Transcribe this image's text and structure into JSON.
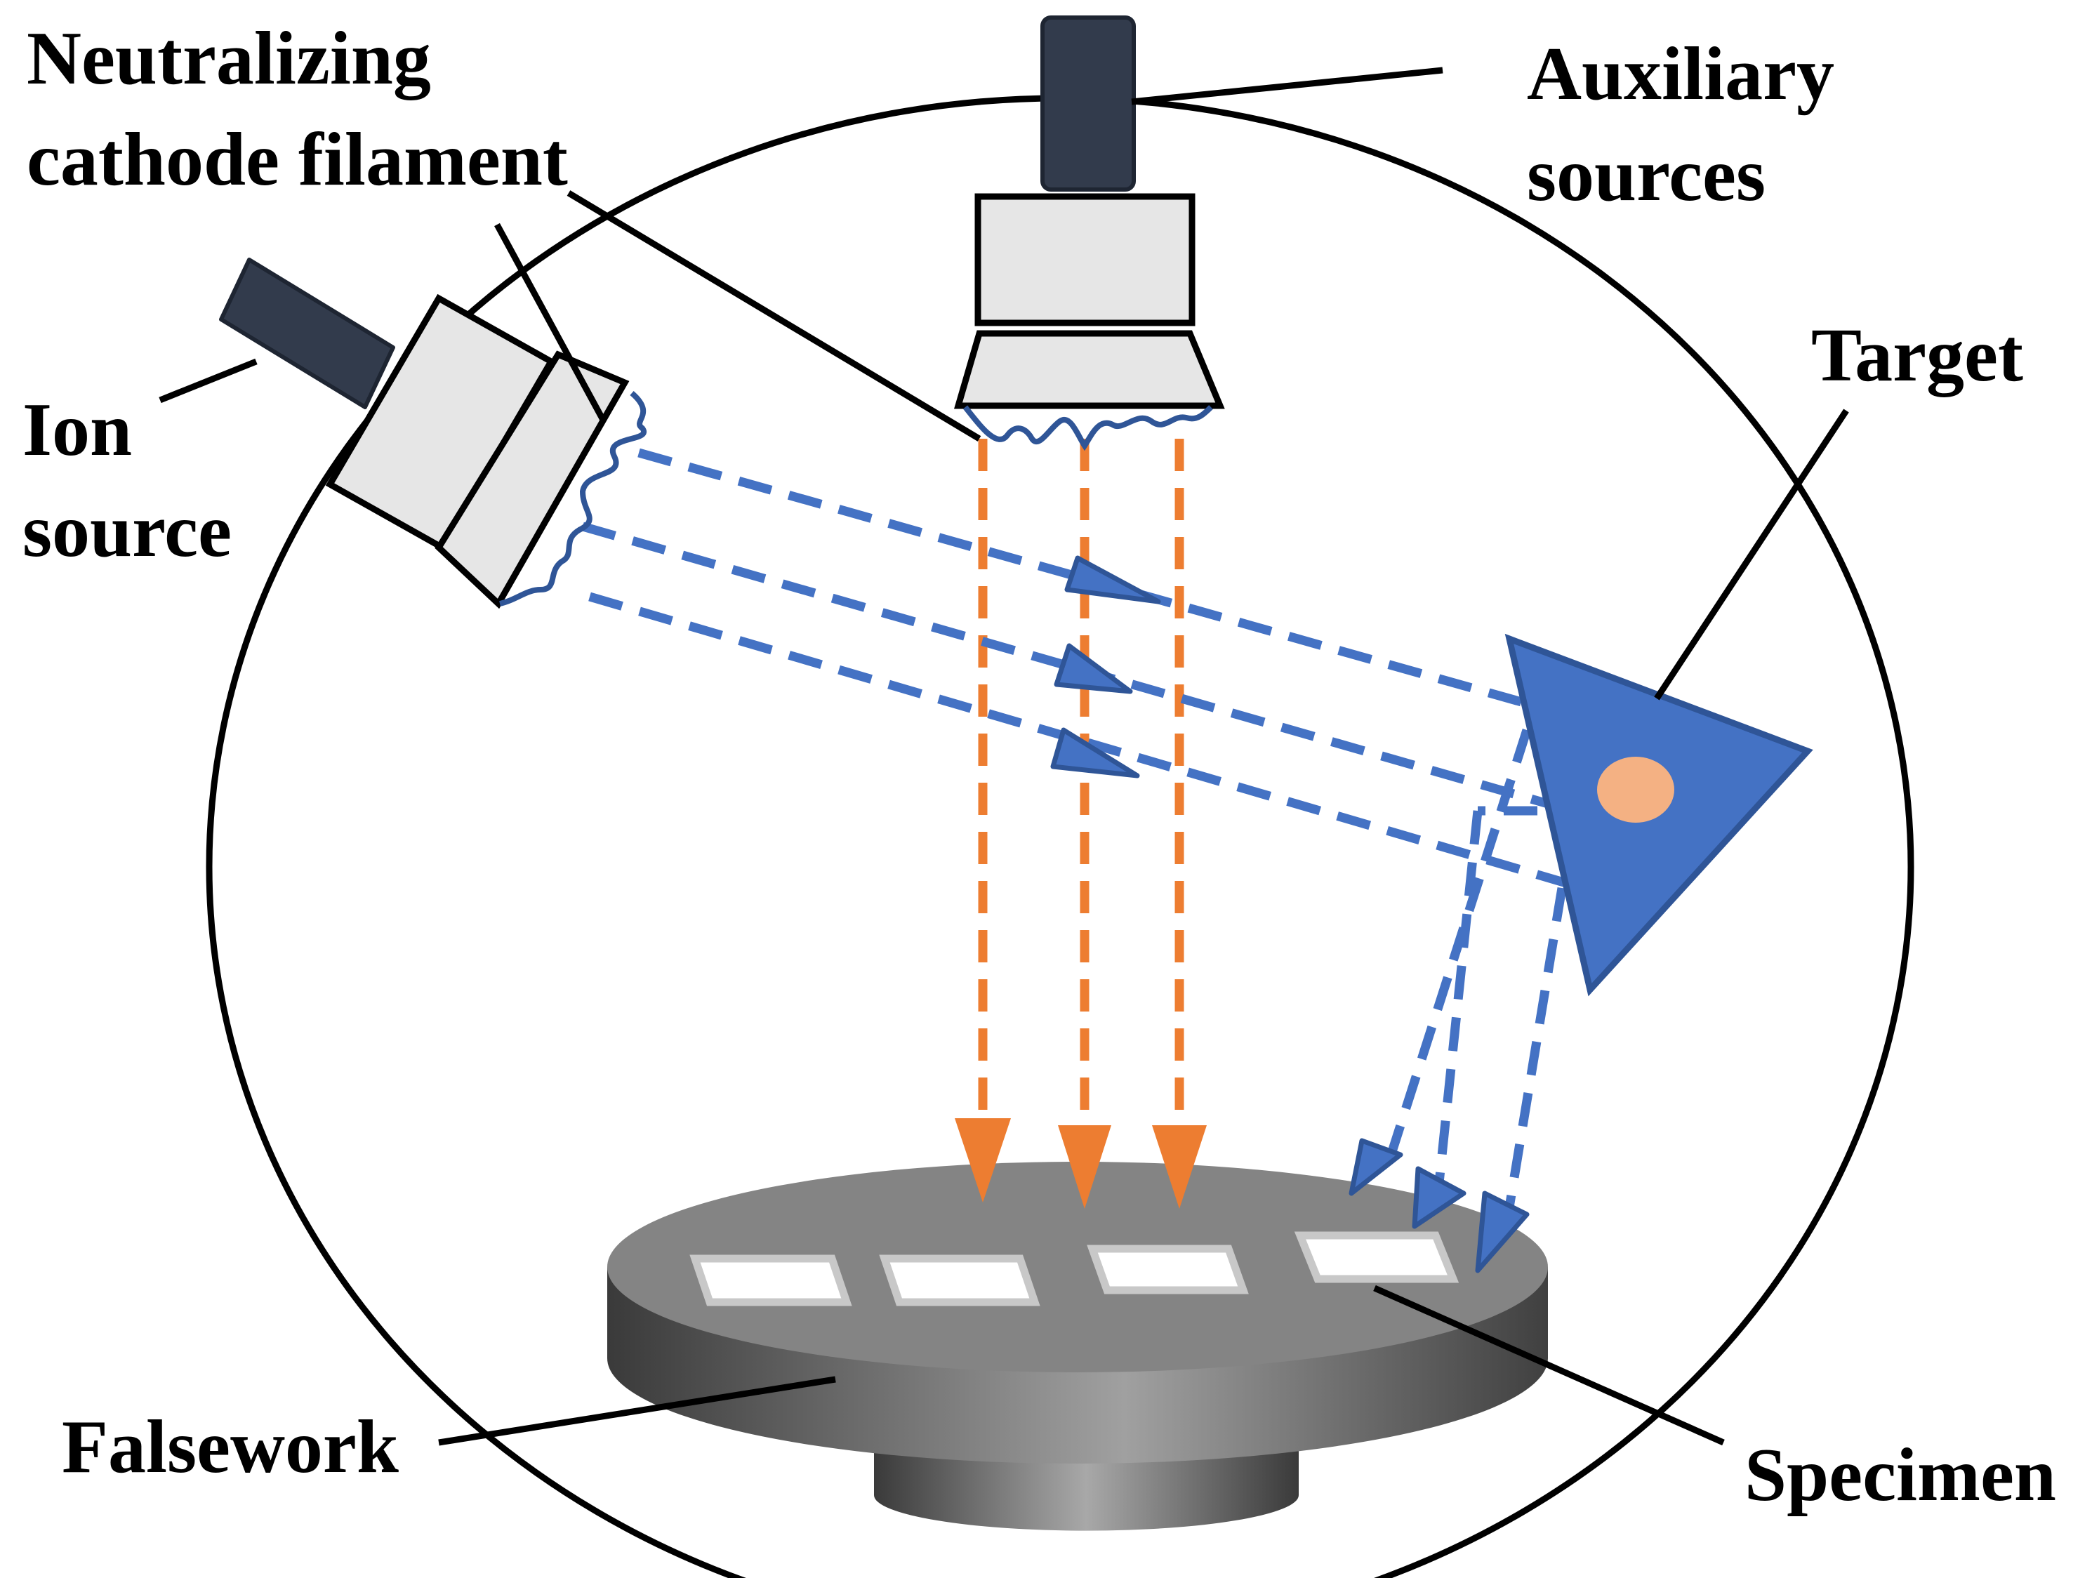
{
  "labels": {
    "neutralizing": [
      "Neutralizing",
      "cathode filament"
    ],
    "auxiliary": [
      "Auxiliary",
      "sources"
    ],
    "target": "Target",
    "ion_source": [
      "Ion",
      "source"
    ],
    "falsework": "Falsework",
    "specimen": "Specimen"
  },
  "colors": {
    "chamber_outline": "#000000",
    "source_body": "#e6e6e6",
    "source_cap": "#323b4c",
    "ion_beam": "#4472c4",
    "auxiliary_beam": "#ed7d31",
    "target_fill": "#4472c4",
    "target_spot": "#f4b183",
    "filament": "#2f5597",
    "stage_dark": "#3a3a3a",
    "stage_light": "#a8a8a8",
    "specimen_fill": "#ffffff",
    "specimen_border": "#c8c8c8"
  }
}
